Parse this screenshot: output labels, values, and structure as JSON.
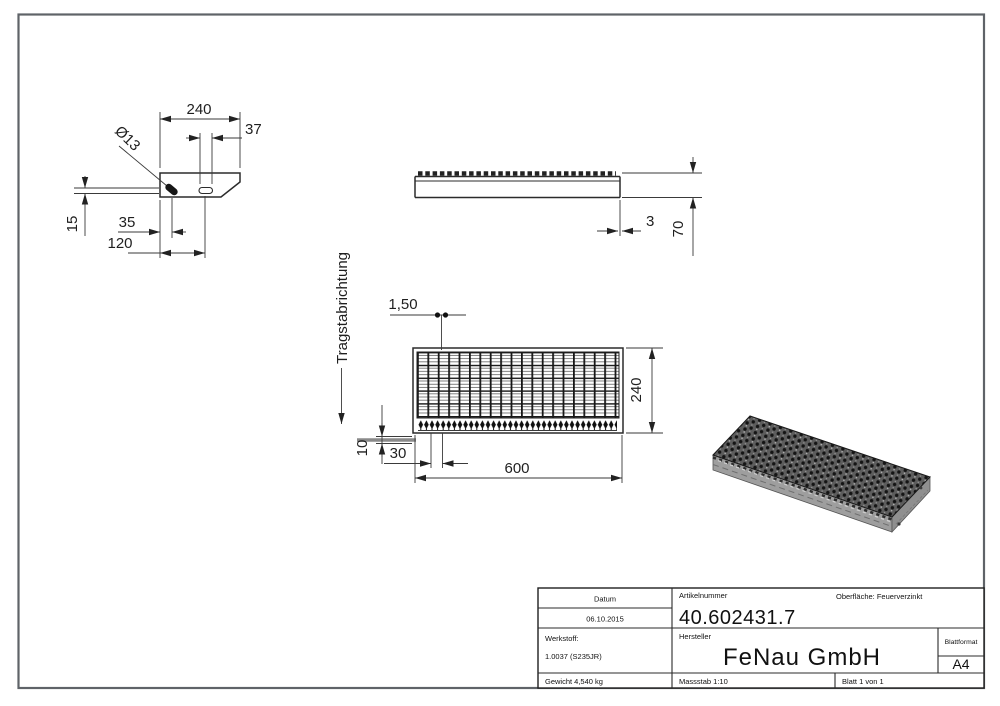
{
  "labels": {
    "direction": "Tragstabrichtung"
  },
  "dims": {
    "detail": {
      "width": "240",
      "slot_width": "37",
      "hole_dia": "Ø13",
      "edge_height": "15",
      "hole_offset": "35",
      "slot_offset": "120"
    },
    "front": {
      "edge_thickness": "3",
      "height": "70"
    },
    "plan": {
      "bar_width": "1,50",
      "depth": "240",
      "mesh_pitch": "30",
      "length": "600",
      "edge": "10"
    }
  },
  "title_block": {
    "datum_label": "Datum",
    "datum_value": "06.10.2015",
    "artikelnummer_label": "Artikelnummer",
    "artikelnummer_value": "40.602431.7",
    "oberflaeche": "Oberfläche:  Feuerverzinkt",
    "werkstoff_label": "Werkstoff:",
    "werkstoff_value": "1.0037 (S235JR)",
    "hersteller_label": "Hersteller",
    "hersteller_value": "FeNau GmbH",
    "blattformat_label": "Blattformat",
    "blattformat_value": "A4",
    "gewicht": "Gewicht 4,540 kg",
    "massstab": "Massstab 1:10",
    "blatt": "Blatt 1 von 1"
  },
  "colors": {
    "line": "#2b2b2b",
    "frame": "#5f6368",
    "highlight_bar": "#8a8a8a",
    "iso_dark": "#1c1c1c",
    "iso_gray": "#9e9e9e"
  }
}
